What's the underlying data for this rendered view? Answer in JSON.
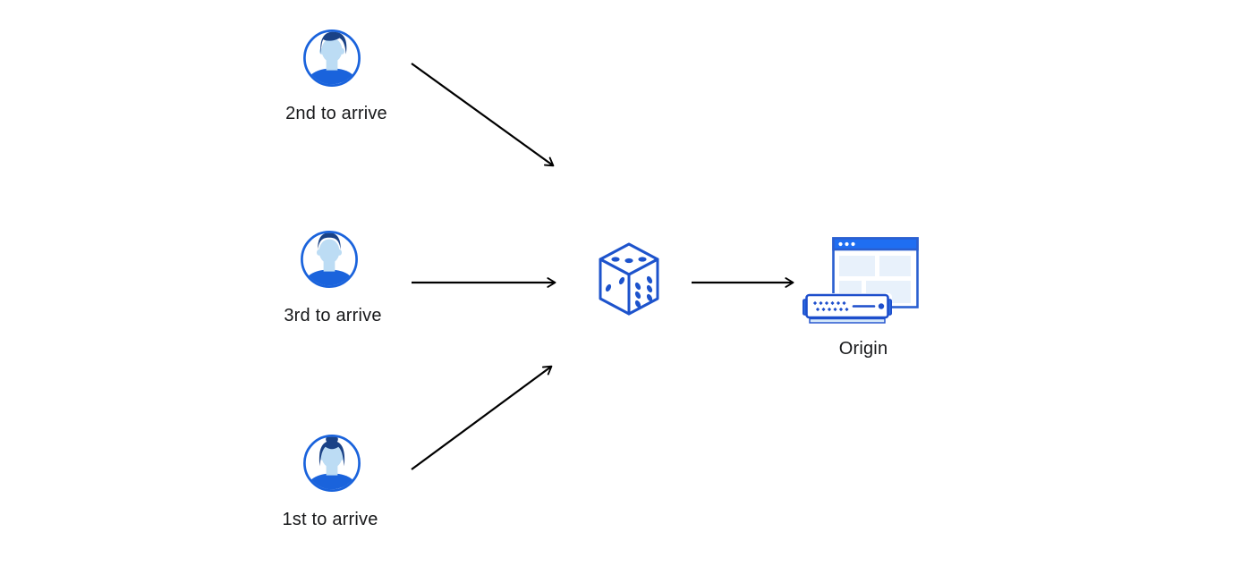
{
  "diagram": {
    "nodes": {
      "visitor_second": {
        "label": "2nd to arrive",
        "icon": "man-avatar-icon"
      },
      "visitor_third": {
        "label": "3rd to arrive",
        "icon": "man-avatar-icon"
      },
      "visitor_first": {
        "label": "1st to arrive",
        "icon": "woman-avatar-icon"
      },
      "random_selector": {
        "icon": "dice-icon"
      },
      "origin": {
        "label": "Origin",
        "icon": "origin-server-icon"
      }
    },
    "edges": [
      {
        "from": "visitor_second",
        "to": "random_selector",
        "style": "arrow"
      },
      {
        "from": "visitor_third",
        "to": "random_selector",
        "style": "arrow"
      },
      {
        "from": "visitor_first",
        "to": "random_selector",
        "style": "arrow"
      },
      {
        "from": "random_selector",
        "to": "origin",
        "style": "arrow"
      }
    ],
    "colors": {
      "accent_blue": "#1a63dc",
      "dice_blue": "#1d53cc",
      "titlebar_blue": "#1f6ef2",
      "hair_navy": "#1a4286",
      "skin_light_blue": "#bcdcf4",
      "panel_light_blue": "#e8f1fb",
      "server_base_blue": "#d6e9fa",
      "arrow_black": "#000000",
      "label_text": "#17181a",
      "background": "#ffffff"
    }
  }
}
